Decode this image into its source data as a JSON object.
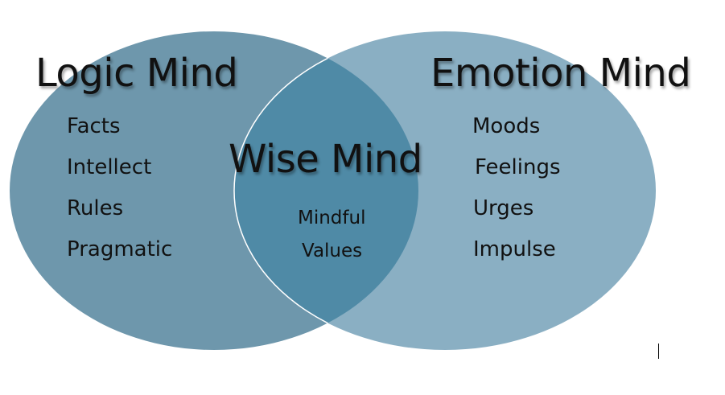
{
  "colors": {
    "left_circle": "#6e97ac",
    "right_circle": "#8aafc3",
    "overlap": "#4f8aa6",
    "outline": "#ffffff"
  },
  "diagram": {
    "left": {
      "title": "Logic Mind",
      "items": [
        "Facts",
        "Intellect",
        "Rules",
        "Pragmatic"
      ]
    },
    "right": {
      "title": "Emotion Mind",
      "items": [
        "Moods",
        "Feelings",
        "Urges",
        "Impulse"
      ]
    },
    "center": {
      "title": "Wise Mind",
      "items": [
        "Mindful",
        "Values"
      ]
    }
  }
}
